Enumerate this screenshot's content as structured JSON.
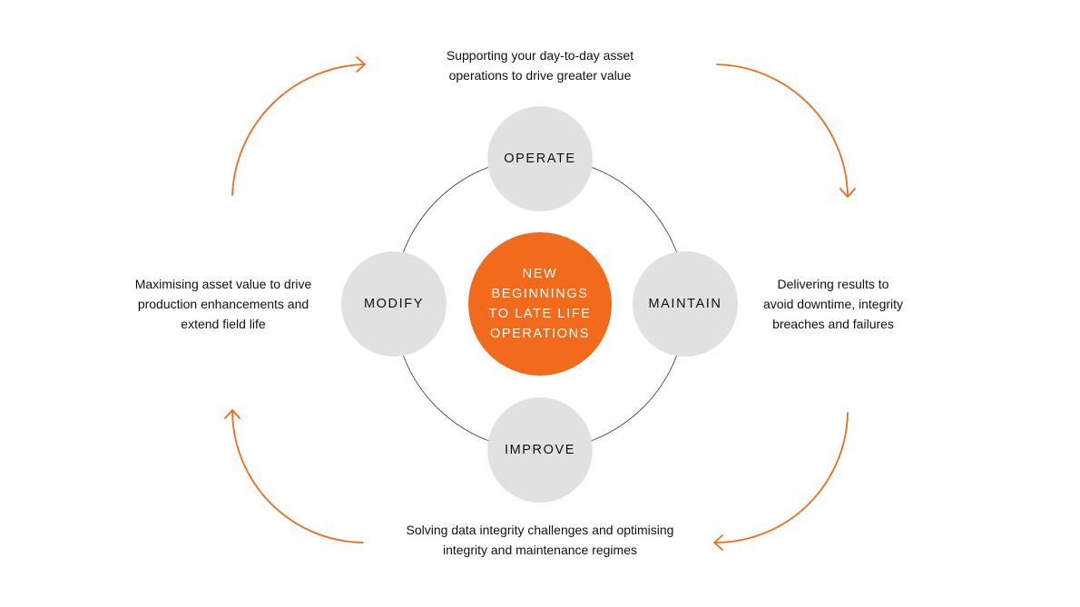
{
  "colors": {
    "accent": "#f26a1b",
    "phase_circle": "#e1e1e1",
    "ring": "#333333",
    "text": "#111111"
  },
  "center": {
    "label": "NEW\nBEGINNINGS\nTO LATE LIFE\nOPERATIONS"
  },
  "phases": {
    "operate": {
      "label": "OPERATE",
      "description": "Supporting your day-to-day asset\noperations to drive greater value"
    },
    "maintain": {
      "label": "MAINTAIN",
      "description": "Delivering results to\navoid downtime, integrity\nbreaches and failures"
    },
    "improve": {
      "label": "IMPROVE",
      "description": "Solving data integrity challenges and optimising\nintegrity and maintenance regimes"
    },
    "modify": {
      "label": "MODIFY",
      "description": "Maximising asset value to drive\nproduction enhancements and\nextend field life"
    }
  },
  "arrows": {
    "direction": "clockwise",
    "icon": "curved-arrow-icon"
  }
}
